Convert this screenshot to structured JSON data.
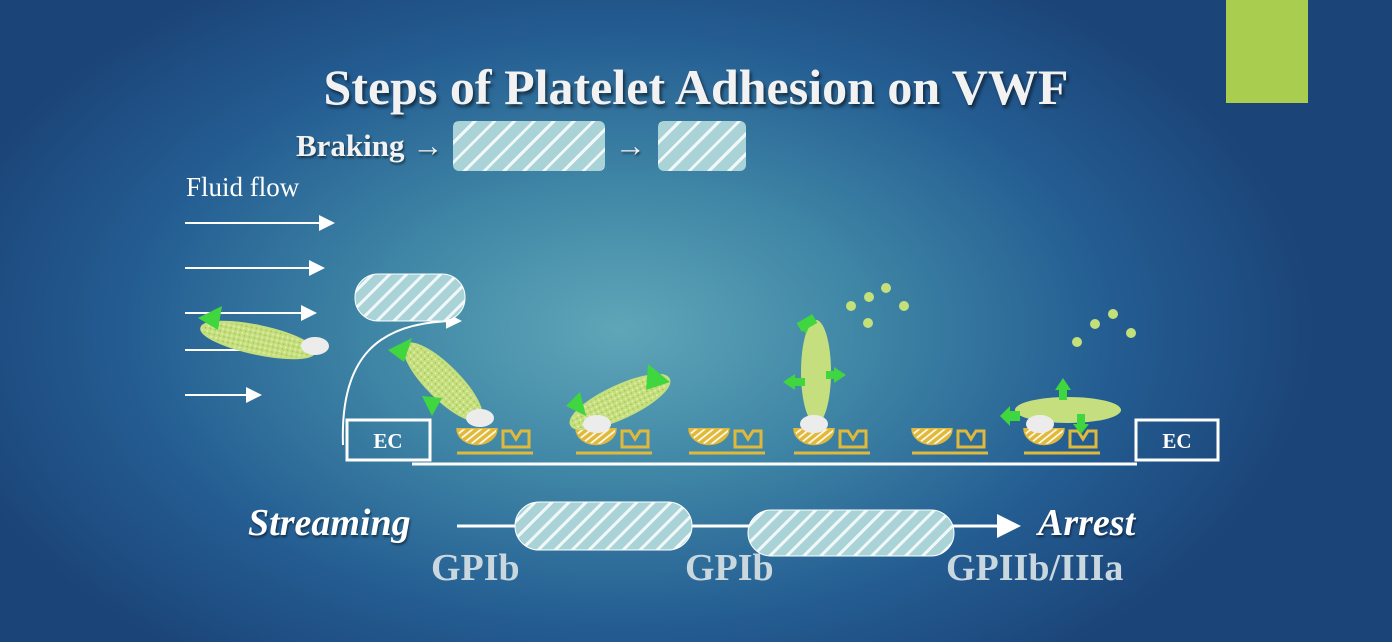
{
  "slide": {
    "title": "Steps of Platelet Adhesion on VWF",
    "subtitle_start": "Braking",
    "arrow_glyph": "→",
    "fluid_flow_label": "Fluid flow",
    "ec_label": "EC",
    "stage_start": "Streaming",
    "stage_end": "Arrest",
    "receptor_1": "GPIb",
    "receptor_2": "GPIb",
    "receptor_3": "GPIIb/IIIa",
    "accent_color": "#a9cd4e",
    "platelet_color": "#c6df7e",
    "granule_color": "#c3e07a",
    "arrow_green": "#3fd63f",
    "vwf_color": "#e0b93a"
  }
}
